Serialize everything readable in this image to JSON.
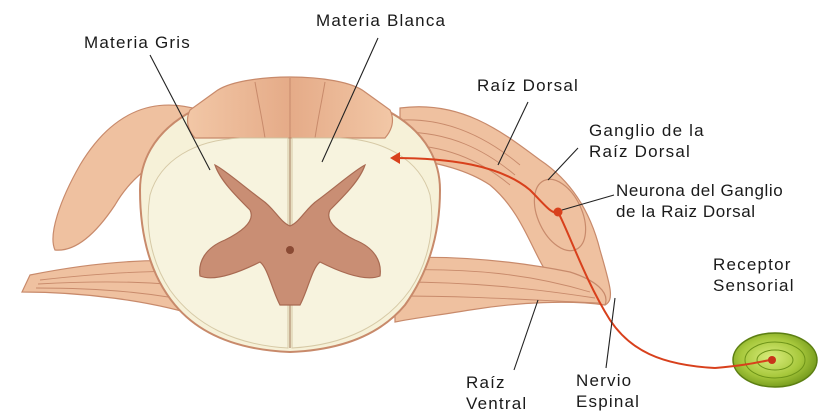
{
  "labels": {
    "gray_matter": "Materia Gris",
    "white_matter": "Materia Blanca",
    "dorsal_root": "Raíz Dorsal",
    "dorsal_root_ganglion": [
      "Ganglio de la",
      "Raíz Dorsal"
    ],
    "ganglion_neuron": [
      "Neurona del Ganglio",
      "de la Raiz Dorsal"
    ],
    "sensory_receptor": [
      "Receptor",
      "Sensorial"
    ],
    "ventral_root": [
      "Raíz",
      "Ventral"
    ],
    "spinal_nerve": [
      "Nervio",
      "Espinal"
    ]
  },
  "colors": {
    "nerve_tissue": "#efc1a0",
    "nerve_dark": "#c88a6b",
    "white_matter": "#f6f1d8",
    "gray_matter": "#c98e74",
    "sensory_pathway": "#d8401c",
    "receptor": "#a6c93a",
    "receptor_dark": "#5c7f12",
    "label_line": "#222222"
  }
}
